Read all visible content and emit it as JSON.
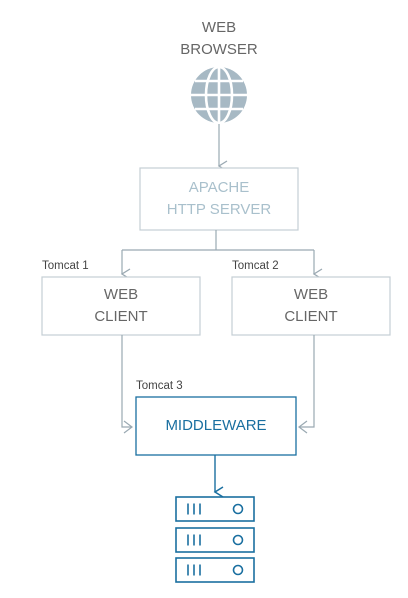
{
  "browser": {
    "label_line1": "WEB",
    "label_line2": "BROWSER"
  },
  "apache": {
    "label_line1": "APACHE",
    "label_line2": "HTTP SERVER"
  },
  "tomcat1": {
    "caption": "Tomcat 1",
    "label_line1": "WEB",
    "label_line2": "CLIENT"
  },
  "tomcat2": {
    "caption": "Tomcat 2",
    "label_line1": "WEB",
    "label_line2": "CLIENT"
  },
  "tomcat3": {
    "caption": "Tomcat 3",
    "label": "MIDDLEWARE"
  },
  "database": {
    "rack_units": 3
  },
  "icons": {
    "browser": "globe-icon",
    "database": "server-rack-icon"
  },
  "colors": {
    "gray_text": "#666666",
    "light_box": "#a9c0cc",
    "accent_blue": "#1a6fa0",
    "line_gray": "#999999"
  }
}
